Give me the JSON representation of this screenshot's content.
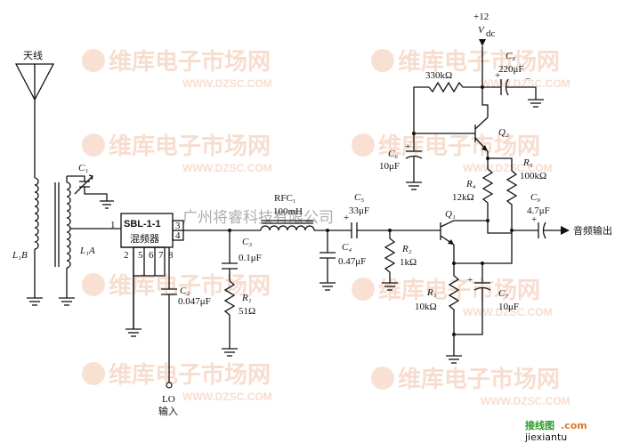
{
  "labels": {
    "antenna": "天线",
    "c1": "C₁",
    "l1a": "L₁A",
    "l1b": "L₁B",
    "mixer_line1": "SBL-1-1",
    "mixer_line2": "混频器",
    "pin1": "1",
    "pin2": "2",
    "pin3": "3",
    "pin4": "4",
    "pin5": "5",
    "pin6": "6",
    "pin7": "7",
    "pin8": "8",
    "c2_name": "C₂",
    "c2_val": "0.047μF",
    "lo_line1": "LO",
    "lo_line2": "输入",
    "c3_name": "C₃",
    "c3_val": "0.1μF",
    "r1a_name": "R₁",
    "r1a_val": "51Ω",
    "rfc_name": "RFC₁",
    "rfc_val": "100mH",
    "c5_name": "C₅",
    "c5_val": "33μF",
    "c4_name": "C₄",
    "c4_val": "0.47μF",
    "r2_name": "R₂",
    "r2_val": "1kΩ",
    "q1": "Q₁",
    "r1b_name": "R₁",
    "r1b_val": "10kΩ",
    "c7_name": "C₇",
    "c7_val": "10μF",
    "vcc_line1": "+12",
    "vcc_line2": "V",
    "vcc_sub": "dc",
    "r_330k": "330kΩ",
    "c8_name": "C₈",
    "c8_val": "220μF",
    "q2": "Q₂",
    "c6_name": "C₆",
    "c6_val": "10μF",
    "r4_name": "R₄",
    "r4_val": "12kΩ",
    "r5_name": "R₅",
    "r5_val": "100kΩ",
    "c9_name": "C₉",
    "c9_val": "4.7μF",
    "audio_out": "音频输出",
    "plus": "+",
    "minus": "−"
  },
  "watermark": {
    "brand": "维库电子市场网",
    "url": "WWW.DZSC.COM",
    "company": "广州将睿科技有限公司"
  },
  "footer": {
    "left": "接线图",
    "right": ".com",
    "sub": "jiexiantu"
  },
  "colors": {
    "ink": "#111111",
    "watermark": "#f2c3a8",
    "footer_red": "#d02020",
    "footer_orange": "#e07a2a"
  }
}
